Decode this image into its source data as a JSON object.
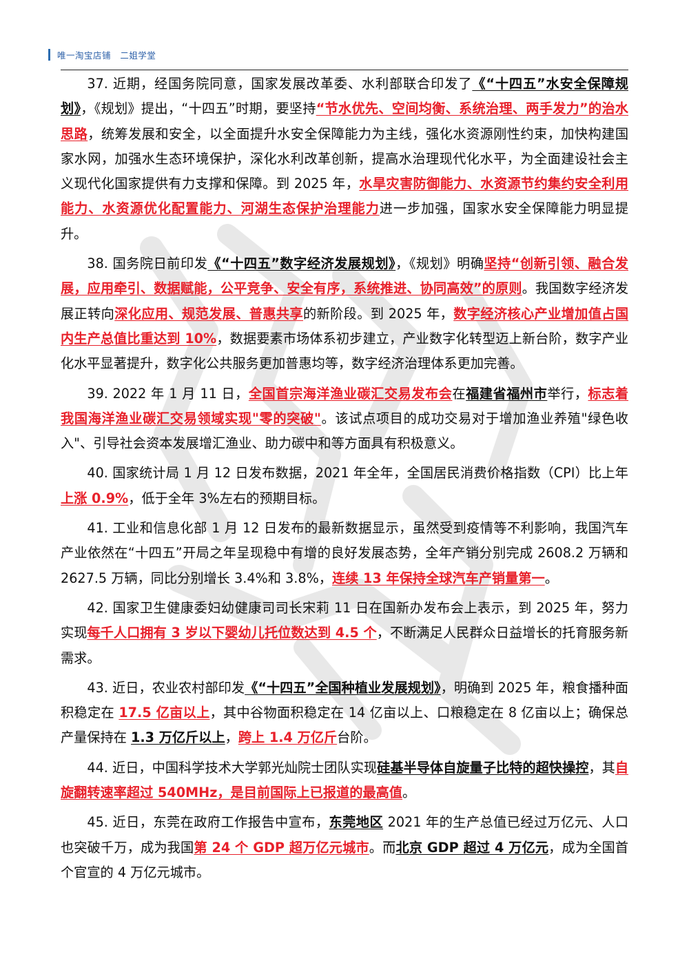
{
  "header": {
    "text": "唯一淘宝店铺   二姐学堂"
  },
  "colors": {
    "emphasis": "#e8212b",
    "header_accent": "#2b6cb0"
  },
  "watermark": {
    "icon": "stamp-brush-watermark"
  },
  "items": [
    {
      "segments": [
        {
          "t": "37. 近期，经国务院同意，国家发展改革委、水利部联合印发了"
        },
        {
          "t": "《“十四五”水安全保障规划》",
          "s": "blk"
        },
        {
          "t": "，《规划》提出，“十四五”时期，要坚持"
        },
        {
          "t": "“节水优先、空间均衡、系统治理、两手发力”的治水思路",
          "s": "red"
        },
        {
          "t": "，统筹发展和安全，以全面提升水安全保障能力为主线，强化水资源刚性约束，加快构建国家水网，加强水生态环境保护，深化水利改革创新，提高水治理现代化水平，为全面建设社会主义现代化国家提供有力支撑和保障。到 2025 年，"
        },
        {
          "t": "水旱灾害防御能力、水资源节约集约安全利用能力、水资源优化配置能力、河湖生态保护治理能力",
          "s": "red"
        },
        {
          "t": "进一步加强，国家水安全保障能力明显提升。"
        }
      ]
    },
    {
      "segments": [
        {
          "t": "38. 国务院日前印发"
        },
        {
          "t": "《“十四五”数字经济发展规划》",
          "s": "blk"
        },
        {
          "t": "，《规划》明确"
        },
        {
          "t": "坚持“创新引领、融合发展，应用牵引、数据赋能，公平竞争、安全有序，系统推进、协同高效”的原则",
          "s": "red"
        },
        {
          "t": "。我国数字经济发展正转向"
        },
        {
          "t": "深化应用、规范发展、普惠共享",
          "s": "red"
        },
        {
          "t": "的新阶段。到 2025 年，"
        },
        {
          "t": "数字经济核心产业增加值占国内生产总值比重达到 10%",
          "s": "red"
        },
        {
          "t": "，数据要素市场体系初步建立，产业数字化转型迈上新台阶，数字产业化水平显著提升，数字化公共服务更加普惠均等，数字经济治理体系更加完善。"
        }
      ]
    },
    {
      "segments": [
        {
          "t": "39. 2022 年 1 月 11 日，"
        },
        {
          "t": "全国首宗海洋渔业碳汇交易发布会",
          "s": "red"
        },
        {
          "t": "在"
        },
        {
          "t": "福建省福州市",
          "s": "blk"
        },
        {
          "t": "举行，"
        },
        {
          "t": "标志着我国海洋渔业碳汇交易领域实现\"零的突破\"",
          "s": "red"
        },
        {
          "t": "。该试点项目的成功交易对于增加渔业养殖\"绿色收入\"、引导社会资本发展增汇渔业、助力碳中和等方面具有积极意义。"
        }
      ]
    },
    {
      "segments": [
        {
          "t": "40. 国家统计局 1 月 12 日发布数据，2021 年全年，全国居民消费价格指数（CPI）比上年"
        },
        {
          "t": "上涨 0.9%",
          "s": "red"
        },
        {
          "t": "，低于全年 3%左右的预期目标。"
        }
      ]
    },
    {
      "segments": [
        {
          "t": "41. 工业和信息化部 1 月 12 日发布的最新数据显示，虽然受到疫情等不利影响，我国汽车产业依然在“十四五”开局之年呈现稳中有增的良好发展态势，全年产销分别完成 2608.2 万辆和 2627.5 万辆，同比分别增长 3.4%和 3.8%，"
        },
        {
          "t": "连续 13 年保持全球汽车产销量第一",
          "s": "red"
        },
        {
          "t": "。"
        }
      ]
    },
    {
      "segments": [
        {
          "t": "42. 国家卫生健康委妇幼健康司司长宋莉 11 日在国新办发布会上表示，到 2025 年，努力实现"
        },
        {
          "t": "每千人口拥有 3 岁以下婴幼儿托位数达到 4.5 个",
          "s": "red"
        },
        {
          "t": "，不断满足人民群众日益增长的托育服务新需求。"
        }
      ]
    },
    {
      "segments": [
        {
          "t": "43. 近日，农业农村部印发"
        },
        {
          "t": "《“十四五”全国种植业发展规划》",
          "s": "blk"
        },
        {
          "t": "，明确到 2025 年，粮食播种面积稳定在 "
        },
        {
          "t": "17.5 亿亩以上",
          "s": "red"
        },
        {
          "t": "，其中谷物面积稳定在 14 亿亩以上、口粮稳定在 8 亿亩以上；确保总产量保持在 "
        },
        {
          "t": "1.3 万亿斤以上",
          "s": "blk"
        },
        {
          "t": "，"
        },
        {
          "t": "跨上 1.4 万亿斤",
          "s": "red"
        },
        {
          "t": "台阶。"
        }
      ]
    },
    {
      "segments": [
        {
          "t": "44. 近日，中国科学技术大学郭光灿院士团队实现"
        },
        {
          "t": "硅基半导体自旋量子比特的超快操控",
          "s": "blk"
        },
        {
          "t": "，其"
        },
        {
          "t": "自旋翻转速率超过 540MHz，是目前国际上已报道的最高值",
          "s": "red"
        },
        {
          "t": "。"
        }
      ]
    },
    {
      "segments": [
        {
          "t": "45. 近日，东莞在政府工作报告中宣布，"
        },
        {
          "t": "东莞地区",
          "s": "blk"
        },
        {
          "t": " 2021 年的生产总值已经过万亿元、人口也突破千万，成为我国"
        },
        {
          "t": "第 24 个 GDP 超万亿元城市",
          "s": "red"
        },
        {
          "t": "。而"
        },
        {
          "t": "北京 GDP 超过 4 万亿元",
          "s": "blk"
        },
        {
          "t": "，成为全国首个官宣的 4 万亿元城市。"
        }
      ]
    }
  ]
}
